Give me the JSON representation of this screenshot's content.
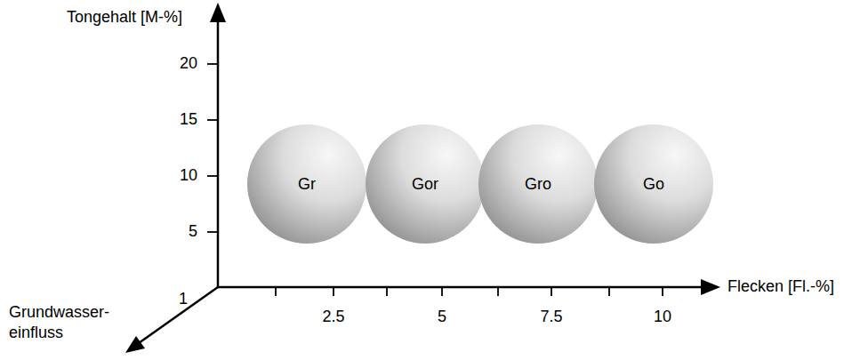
{
  "diagram": {
    "nodes": [
      {
        "text": [
          "Gr"
        ]
      },
      {
        "text": [
          "Gor"
        ]
      },
      {
        "text": [
          "Gro"
        ]
      },
      {
        "text": [
          "Go"
        ]
      }
    ],
    "labels": [
      "Tongehalt [M-%]",
      "20",
      "15",
      "10",
      "5",
      "1",
      "Grundwasser- einfluss",
      "2.5",
      "5",
      "7.5",
      "10",
      "Flecken [Fl.-%]"
    ]
  }
}
